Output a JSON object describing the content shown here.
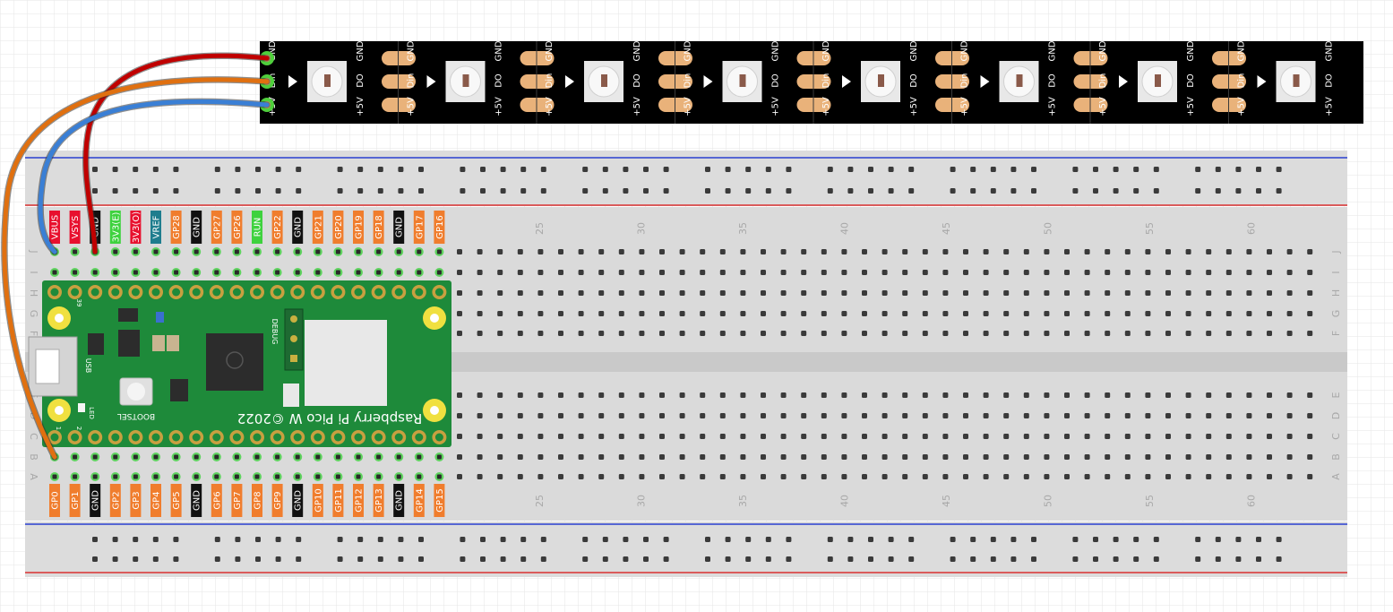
{
  "strip": {
    "pixel_count": 8,
    "pin_labels_in": [
      "GND",
      "Din",
      "+5V"
    ],
    "pin_labels_out": [
      "GND",
      "DO",
      "+5V"
    ]
  },
  "pico": {
    "title": "Raspberry Pi Pico W ©2022",
    "bootsel": "BOOTSEL",
    "usb": "USB",
    "led": "LED",
    "debug": "DEBUG",
    "pin1": "1",
    "pin2": "2",
    "pin39": "39",
    "top_pins": [
      {
        "t": "VBUS",
        "c": "#e8102e"
      },
      {
        "t": "VSYS",
        "c": "#e8102e"
      },
      {
        "t": "GND",
        "c": "#111111"
      },
      {
        "t": "3V3(E)",
        "c": "#3ed23e"
      },
      {
        "t": "3V3(O)",
        "c": "#e8102e"
      },
      {
        "t": "VREF",
        "c": "#1e7d8e"
      },
      {
        "t": "GP28",
        "c": "#f07d2d"
      },
      {
        "t": "GND",
        "c": "#111111"
      },
      {
        "t": "GP27",
        "c": "#f07d2d"
      },
      {
        "t": "GP26",
        "c": "#f07d2d"
      },
      {
        "t": "RUN",
        "c": "#3ed23e"
      },
      {
        "t": "GP22",
        "c": "#f07d2d"
      },
      {
        "t": "GND",
        "c": "#111111"
      },
      {
        "t": "GP21",
        "c": "#f07d2d"
      },
      {
        "t": "GP20",
        "c": "#f07d2d"
      },
      {
        "t": "GP19",
        "c": "#f07d2d"
      },
      {
        "t": "GP18",
        "c": "#f07d2d"
      },
      {
        "t": "GND",
        "c": "#111111"
      },
      {
        "t": "GP17",
        "c": "#f07d2d"
      },
      {
        "t": "GP16",
        "c": "#f07d2d"
      }
    ],
    "bottom_pins": [
      {
        "t": "GP0",
        "c": "#f07d2d"
      },
      {
        "t": "GP1",
        "c": "#f07d2d"
      },
      {
        "t": "GND",
        "c": "#111111"
      },
      {
        "t": "GP2",
        "c": "#f07d2d"
      },
      {
        "t": "GP3",
        "c": "#f07d2d"
      },
      {
        "t": "GP4",
        "c": "#f07d2d"
      },
      {
        "t": "GP5",
        "c": "#f07d2d"
      },
      {
        "t": "GND",
        "c": "#111111"
      },
      {
        "t": "GP6",
        "c": "#f07d2d"
      },
      {
        "t": "GP7",
        "c": "#f07d2d"
      },
      {
        "t": "GP8",
        "c": "#f07d2d"
      },
      {
        "t": "GP9",
        "c": "#f07d2d"
      },
      {
        "t": "GND",
        "c": "#111111"
      },
      {
        "t": "GP10",
        "c": "#f07d2d"
      },
      {
        "t": "GP11",
        "c": "#f07d2d"
      },
      {
        "t": "GP12",
        "c": "#f07d2d"
      },
      {
        "t": "GP13",
        "c": "#f07d2d"
      },
      {
        "t": "GND",
        "c": "#111111"
      },
      {
        "t": "GP14",
        "c": "#f07d2d"
      },
      {
        "t": "GP15",
        "c": "#f07d2d"
      }
    ]
  },
  "breadboard": {
    "column_numbers": [
      "25",
      "30",
      "35",
      "40",
      "45",
      "50",
      "55",
      "60"
    ],
    "rows_upper": [
      "J",
      "I",
      "H",
      "G",
      "F"
    ],
    "rows_lower": [
      "E",
      "D",
      "C",
      "B",
      "A"
    ]
  },
  "wires": [
    {
      "name": "red",
      "color": "#c00000"
    },
    {
      "name": "orange",
      "color": "#e07010"
    },
    {
      "name": "blue",
      "color": "#3a7fd5"
    }
  ],
  "colors": {
    "strip": "#000000",
    "pad": "#e9b27a",
    "end_pad": "#f06a3c",
    "pcb": "#1e8a3a",
    "breadboard": "#dcdcdc",
    "rail_red": "#d93030",
    "rail_blue": "#2a3fd0"
  }
}
